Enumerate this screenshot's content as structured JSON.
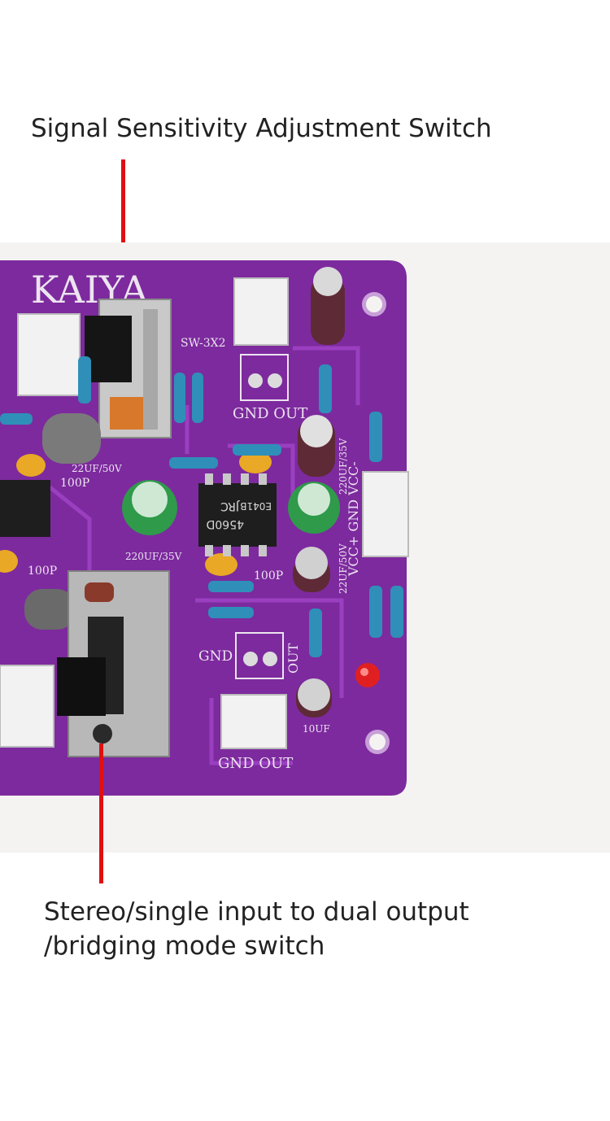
{
  "annotations": {
    "top_label": "Signal Sensitivity Adjustment Switch",
    "bottom_label_line1": "Stereo/single input to dual output",
    "bottom_label_line2": "/bridging mode switch",
    "pointer_color": "#e01010"
  },
  "board": {
    "brand": "KAIYA",
    "switch_marking": "SW-3X2",
    "gnd_out_1": "GND OUT",
    "gnd_out_2": "GND OUT",
    "gnd_label": "GND",
    "out_label": "OUT",
    "power_label": "VCC+ GND VCC-",
    "cap_22uf_left": "22UF/50V",
    "cap_22uf_right": "22UF/50V",
    "cap_220uf_left": "220UF/35V",
    "cap_220uf_right": "220UF/35V",
    "cap_100p_1": "100P",
    "cap_100p_2": "100P",
    "cap_100p_3": "100P",
    "cap_10uf": "10UF",
    "chip_model": "4560D",
    "chip_maker": "JRC",
    "chip_code": "E041B",
    "pcb_color": "#7d2a9e"
  }
}
